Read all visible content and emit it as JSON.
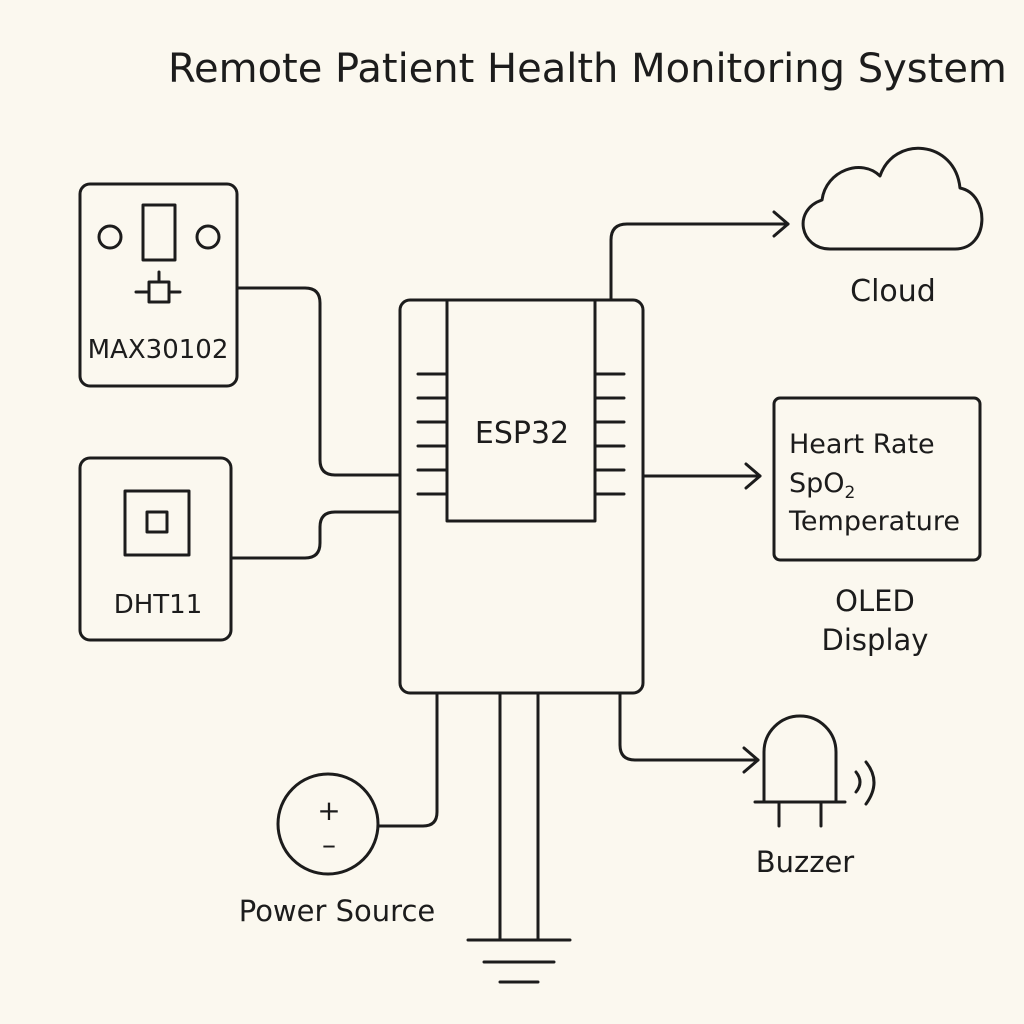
{
  "title": "Remote Patient Health Monitoring System",
  "components": {
    "max30102": "MAX30102",
    "dht11": "DHT11",
    "esp32": "ESP32",
    "cloud": "Cloud",
    "display_lines": [
      "Heart Rate",
      "SpO",
      "2",
      "Temperature"
    ],
    "display_label_1": "OLED",
    "display_label_2": "Display",
    "buzzer": "Buzzer",
    "power": "Power Source",
    "power_plus": "+",
    "power_minus": "–"
  },
  "colors": {
    "background": "#fbf8ef",
    "ink": "#1c1c1c"
  }
}
